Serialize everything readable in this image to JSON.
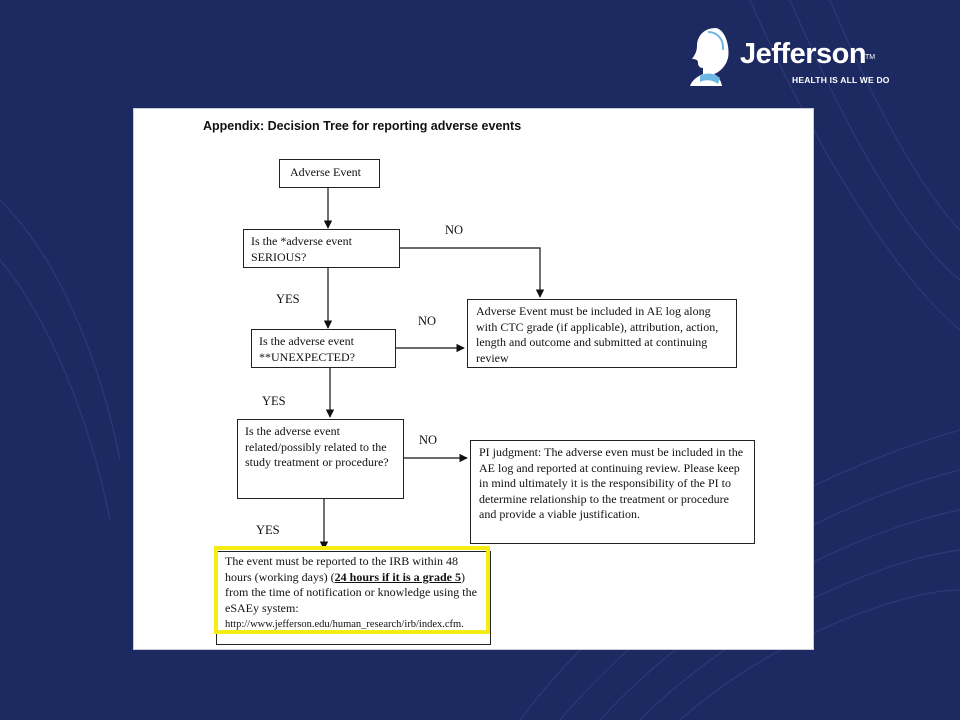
{
  "brand": {
    "name": "Jefferson",
    "tm": "TM",
    "tagline": "HEALTH IS ALL WE DO",
    "background": "#1d2a62",
    "accent": "#f5ec11"
  },
  "document": {
    "title": "Appendix:  Decision Tree for reporting adverse events",
    "nodes": {
      "adverse_event": "Adverse Event",
      "q_serious": "Is the *adverse event SERIOUS?",
      "q_unexpected": "Is the adverse event **UNEXPECTED?",
      "q_related": "Is the adverse event related/possibly related to the study treatment or procedure?",
      "ae_log": "Adverse Event must be included in AE log along with CTC grade (if applicable), attribution, action, length and outcome and submitted at continuing review",
      "pi_judgment": "PI judgment: The adverse even must be included in the AE log and reported at continuing review. Please keep in mind ultimately it is the responsibility of the PI to determine relationship to the treatment or procedure and provide a viable justification.",
      "report": {
        "part1": "The event must be reported to the IRB within 48 hours (working days) (",
        "emphasis": "24 hours if it is a grade 5",
        "part2": ")  from the time of notification or knowledge using the eSAEy system:",
        "url": "http://www.jefferson.edu/human_research/irb/index.cfm."
      }
    },
    "labels": {
      "no1": "NO",
      "yes1": "YES",
      "no2": "NO",
      "yes2": "YES",
      "no3": "NO",
      "yes3": "YES"
    }
  }
}
